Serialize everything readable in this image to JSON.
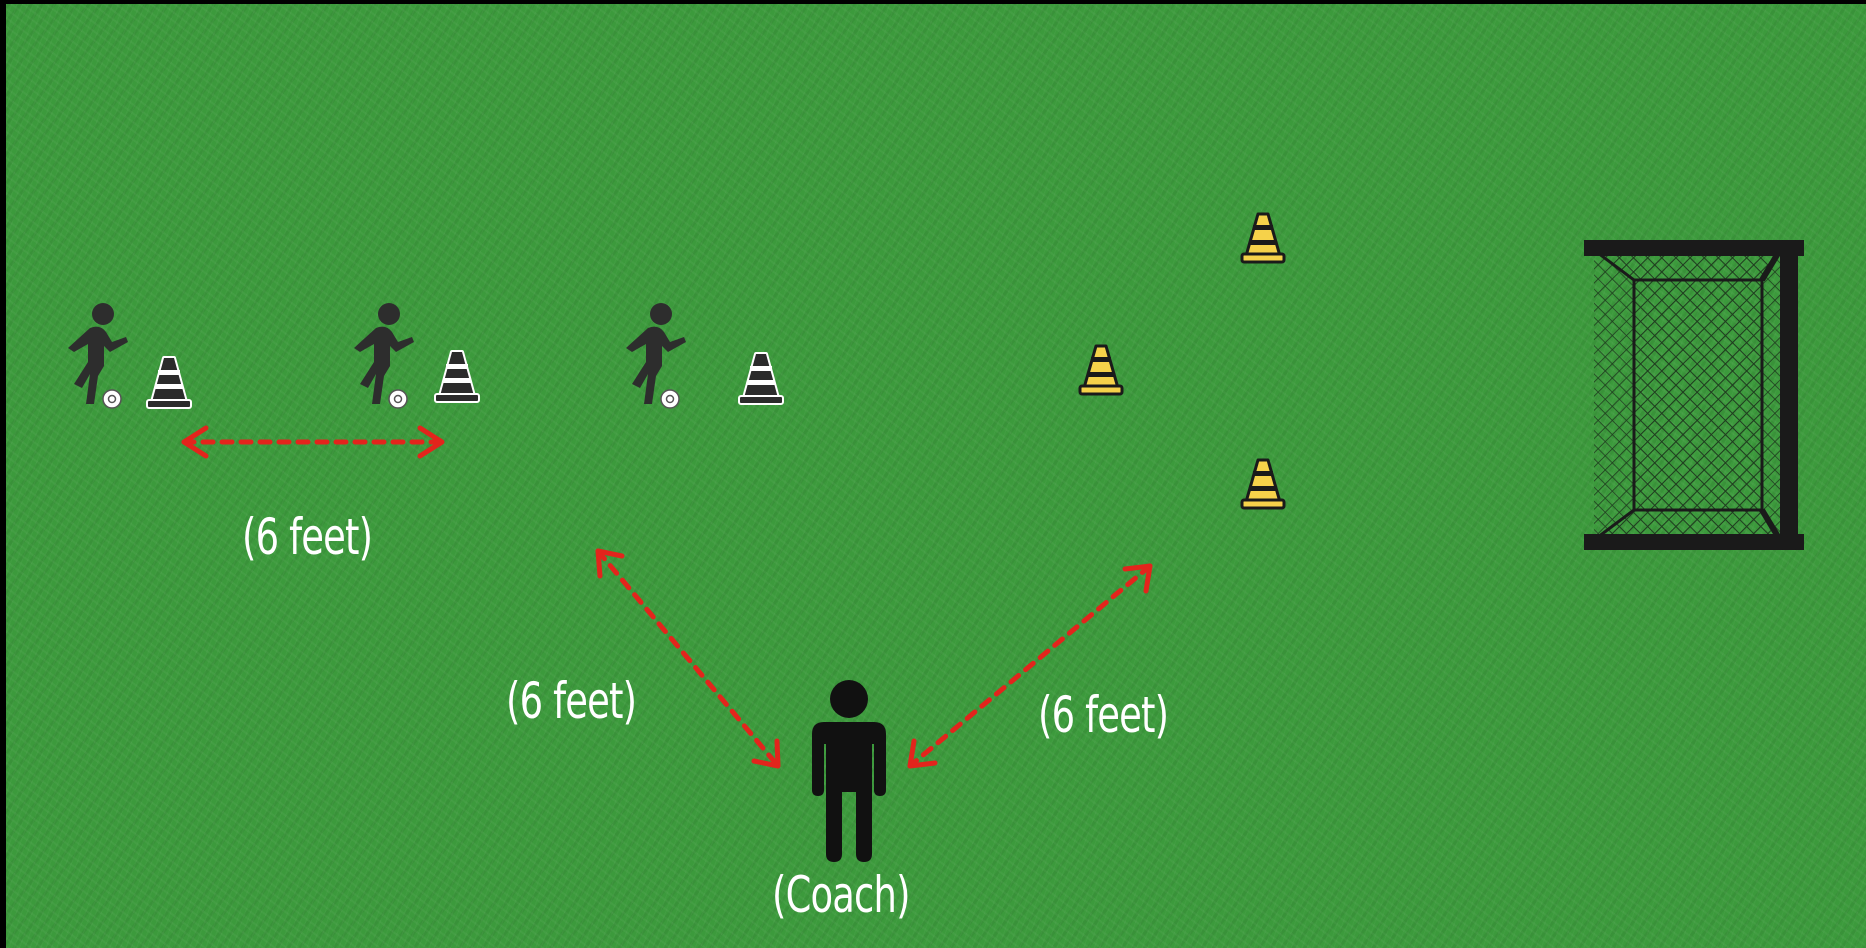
{
  "labels": {
    "spacing_players": "(6 feet)",
    "spacing_left_coach": "(6 feet)",
    "spacing_right_coach": "(6 feet)",
    "coach": "(Coach)"
  },
  "icons": {
    "player": "player-dribbling-icon",
    "cone_striped": "striped-cone-icon",
    "cone_yellow": "yellow-cone-icon",
    "goal": "soccer-goal-icon",
    "coach": "coach-person-icon",
    "arrow": "double-arrow-icon"
  },
  "colors": {
    "grass": "#3c9a3c",
    "arrow": "#e3241c",
    "cone_yellow": "#f6d24a",
    "cone_dark": "#2b2b2b",
    "figure": "#1a1a1a"
  }
}
